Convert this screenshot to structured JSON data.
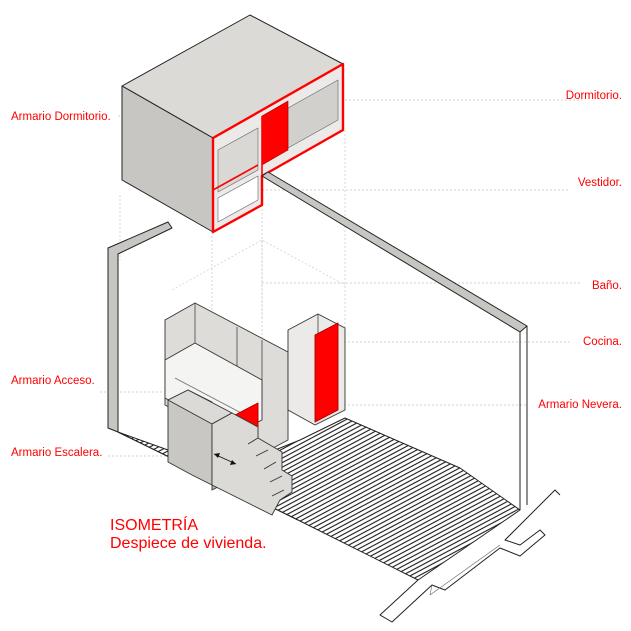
{
  "colors": {
    "accent": "#ff0000",
    "wall_side": "#c8c6c3",
    "wall_top": "#dcdad6",
    "wall_light": "#ebeae8",
    "line": "#222222",
    "guide": "#bbbbbb"
  },
  "labels_left": [
    {
      "text": "Armario Dormitorio."
    },
    {
      "text": "Armario Acceso."
    },
    {
      "text": "Armario Escalera."
    }
  ],
  "labels_right": [
    {
      "text": "Dormitorio."
    },
    {
      "text": "Vestidor."
    },
    {
      "text": "Baño."
    },
    {
      "text": "Cocina."
    },
    {
      "text": "Armario Nevera."
    }
  ],
  "caption": {
    "title": "ISOMETRÍA",
    "subtitle": "Despiece de vivienda."
  }
}
